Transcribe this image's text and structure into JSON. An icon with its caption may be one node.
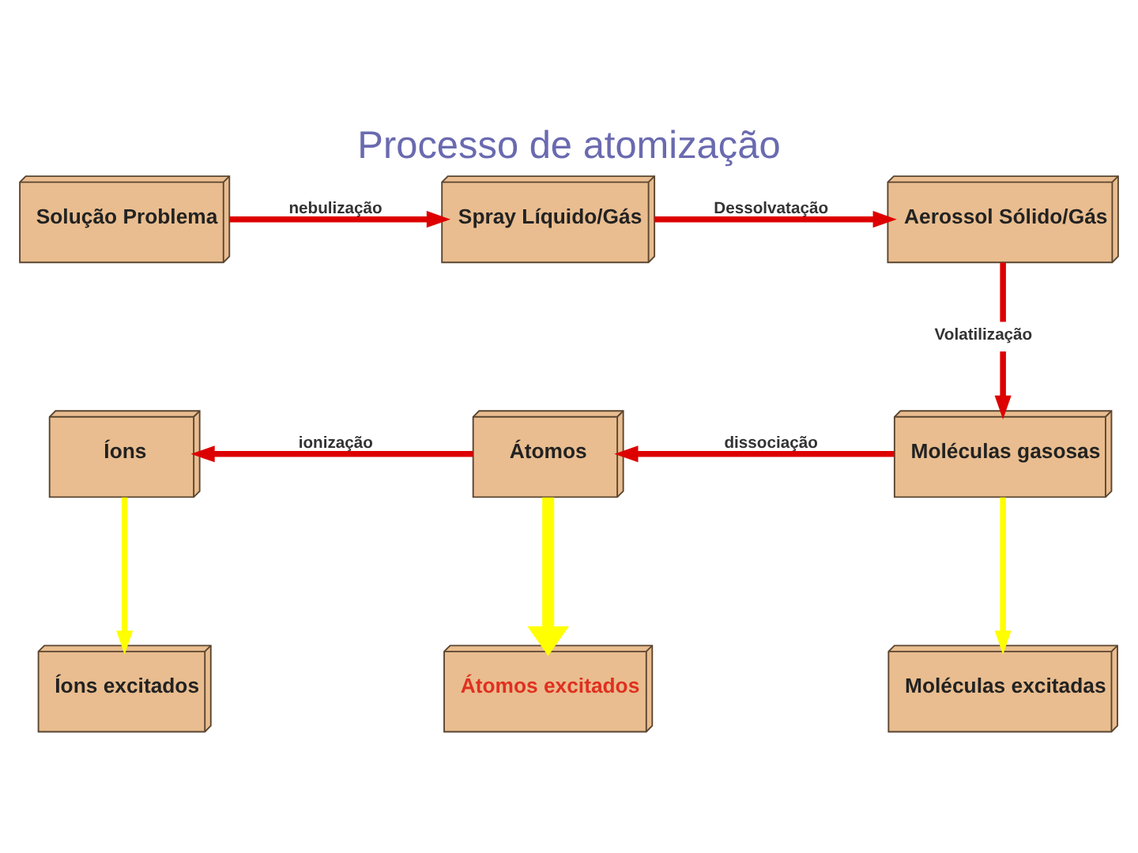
{
  "diagram": {
    "title": "Processo de atomização",
    "nodes": [
      {
        "text": [
          "Solução Problema"
        ]
      },
      {
        "text": [
          "Spray Líquido/Gás"
        ]
      },
      {
        "text": [
          "Aerossol Sólido/Gás"
        ]
      },
      {
        "text": [
          "Íons"
        ]
      },
      {
        "text": [
          "Átomos"
        ]
      },
      {
        "text": [
          "Moléculas gasosas"
        ]
      },
      {
        "text": [
          "Íons excitados"
        ]
      },
      {
        "text": [
          "Átomos excitados"
        ]
      },
      {
        "text": [
          "Moléculas excitadas"
        ]
      }
    ],
    "edges": [
      {
        "from": 0,
        "to": 1,
        "arrow": "to",
        "label": "nebulização"
      },
      {
        "from": 1,
        "to": 2,
        "arrow": "to",
        "label": "Dessolvatação"
      },
      {
        "from": 2,
        "to": 5,
        "arrow": "to",
        "label": "Volatilização"
      },
      {
        "from": 5,
        "to": 4,
        "arrow": "to",
        "label": "dissociação"
      },
      {
        "from": 4,
        "to": 3,
        "arrow": "to",
        "label": "ionização"
      },
      {
        "from": 3,
        "to": 6,
        "arrow": "to",
        "color": "#ffff00"
      },
      {
        "from": 4,
        "to": 7,
        "arrow": "to",
        "color": "#ffff00",
        "style": "thick"
      },
      {
        "from": 5,
        "to": 8,
        "arrow": "to",
        "color": "#ffff00"
      }
    ]
  }
}
